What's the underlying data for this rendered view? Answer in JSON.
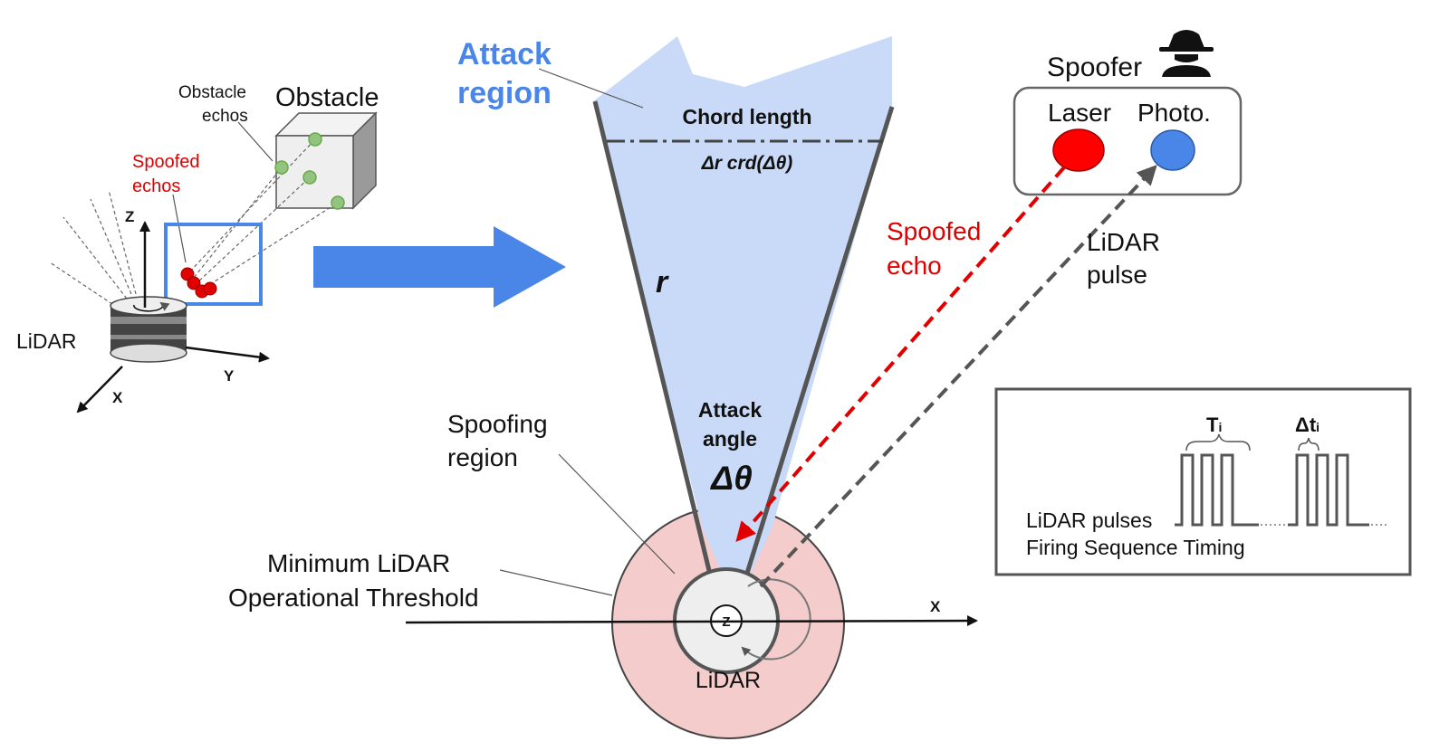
{
  "left_panel": {
    "obstacle_label": "Obstacle",
    "obstacle_echos_label": [
      "Obstacle",
      "echos"
    ],
    "spoofed_echos_label": [
      "Spoofed",
      "echos"
    ],
    "lidar_label": "LiDAR",
    "axis_z": "Z",
    "axis_y": "Y",
    "axis_x": "X"
  },
  "attack_region": {
    "title": [
      "Attack",
      "region"
    ],
    "chord_length_label": "Chord length",
    "chord_formula": "Δr crd(Δθ)",
    "radius_label": "r",
    "attack_angle_label": [
      "Attack",
      "angle"
    ],
    "attack_angle_symbol": "Δθ"
  },
  "spoofing": {
    "spoofing_region_label": [
      "Spoofing",
      "region"
    ],
    "threshold_label": [
      "Minimum LiDAR",
      "Operational Threshold"
    ],
    "lidar_label": "LiDAR",
    "axis_x": "X",
    "axis_z": "Z"
  },
  "spoofer": {
    "title": "Spoofer",
    "laser_label": "Laser",
    "photo_label": "Photo.",
    "spoofed_echo_label": [
      "Spoofed",
      "echo"
    ],
    "lidar_pulse_label": [
      "LiDAR",
      "pulse"
    ]
  },
  "timing": {
    "ti_label": "T",
    "ti_sub": "i",
    "dti_label": "Δt",
    "dti_sub": "i",
    "line1": "LiDAR pulses",
    "line2": "Firing Sequence Timing"
  },
  "colors": {
    "accent_blue": "#4a86e8",
    "attack_fill": "#c9daf8",
    "spoof_fill": "#f4cccc",
    "spoof_red": "#e00000",
    "echo_green": "#93c47d"
  }
}
